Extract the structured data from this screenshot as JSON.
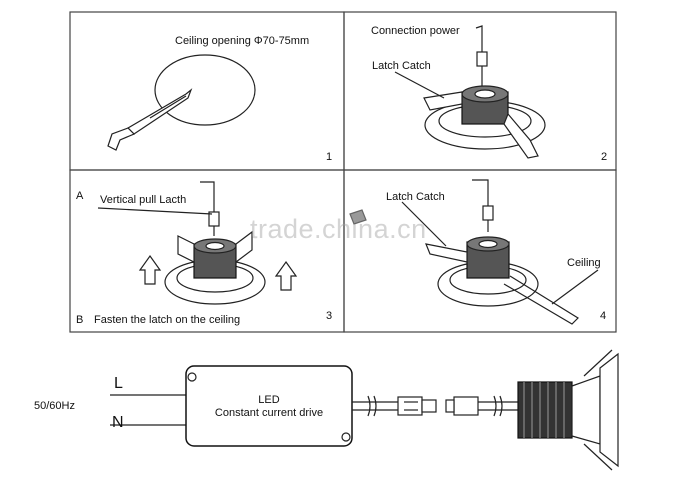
{
  "panels": [
    {
      "number": "1",
      "label": "Ceiling opening Φ70-75mm"
    },
    {
      "number": "2",
      "label_top": "Connection power",
      "label_side": "Latch Catch"
    },
    {
      "number": "3",
      "marker_a": "A",
      "label_a": "Vertical pull Lacth",
      "marker_b": "B",
      "label_b": "Fasten the latch on the ceiling"
    },
    {
      "number": "4",
      "label_top": "Latch Catch",
      "label_side": "Ceiling"
    }
  ],
  "wiring": {
    "frequency": "50/60Hz",
    "line": "L",
    "neutral": "N",
    "driver_line1": "LED",
    "driver_line2": "Constant current drive"
  },
  "watermark": "trade.china.cn",
  "colors": {
    "line": "#222222",
    "frame": "#444444",
    "watermark": "#a0a0a0"
  }
}
